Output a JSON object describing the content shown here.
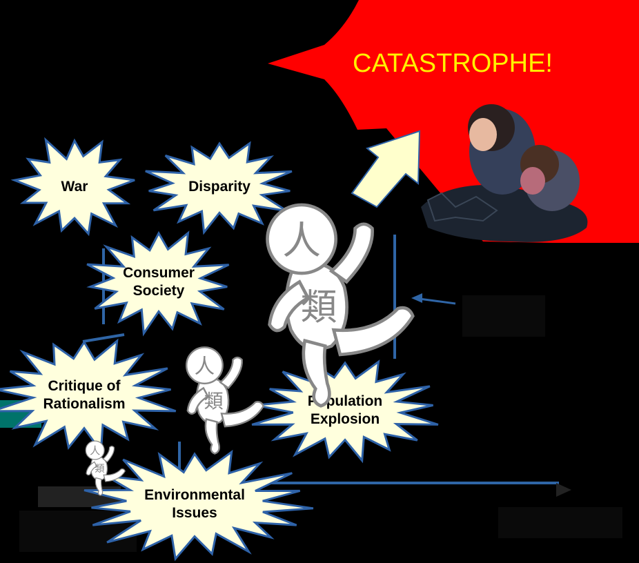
{
  "colors": {
    "background": "#000000",
    "burst_fill": "#FFFFDD",
    "burst_stroke": "#2E62A8",
    "catastrophe_fill": "#FF0000",
    "catastrophe_text": "#FFF200",
    "axis_line": "#2F65A6",
    "arrow_fill": "#FFFFCC",
    "figure_fill": "#FFFFFF",
    "figure_stroke": "#888888"
  },
  "catastrophe": {
    "label": "CATASTROPHE!"
  },
  "bursts": [
    {
      "id": "war",
      "lines": [
        "War"
      ]
    },
    {
      "id": "disparity",
      "lines": [
        "Disparity"
      ]
    },
    {
      "id": "consumer-society",
      "lines": [
        "Consumer",
        "Society"
      ]
    },
    {
      "id": "critique-of-rationalism",
      "lines": [
        "Critique of",
        "Rationalism"
      ]
    },
    {
      "id": "population-explosion",
      "lines": [
        "Population",
        "Explosion"
      ]
    },
    {
      "id": "environmental-issues",
      "lines": [
        "Environmental",
        "Issues"
      ]
    }
  ],
  "figures": [
    {
      "id": "figure-small",
      "kanji_top": "人",
      "kanji_chest": "類"
    },
    {
      "id": "figure-medium",
      "kanji_top": "人",
      "kanji_chest": "類"
    },
    {
      "id": "figure-large",
      "kanji_top": "人",
      "kanji_chest": "類"
    }
  ],
  "icons": {
    "up-arrow": "up-arrow-icon",
    "despair-people": "crying-people-icon",
    "axis-arrow": "arrowhead-icon"
  }
}
